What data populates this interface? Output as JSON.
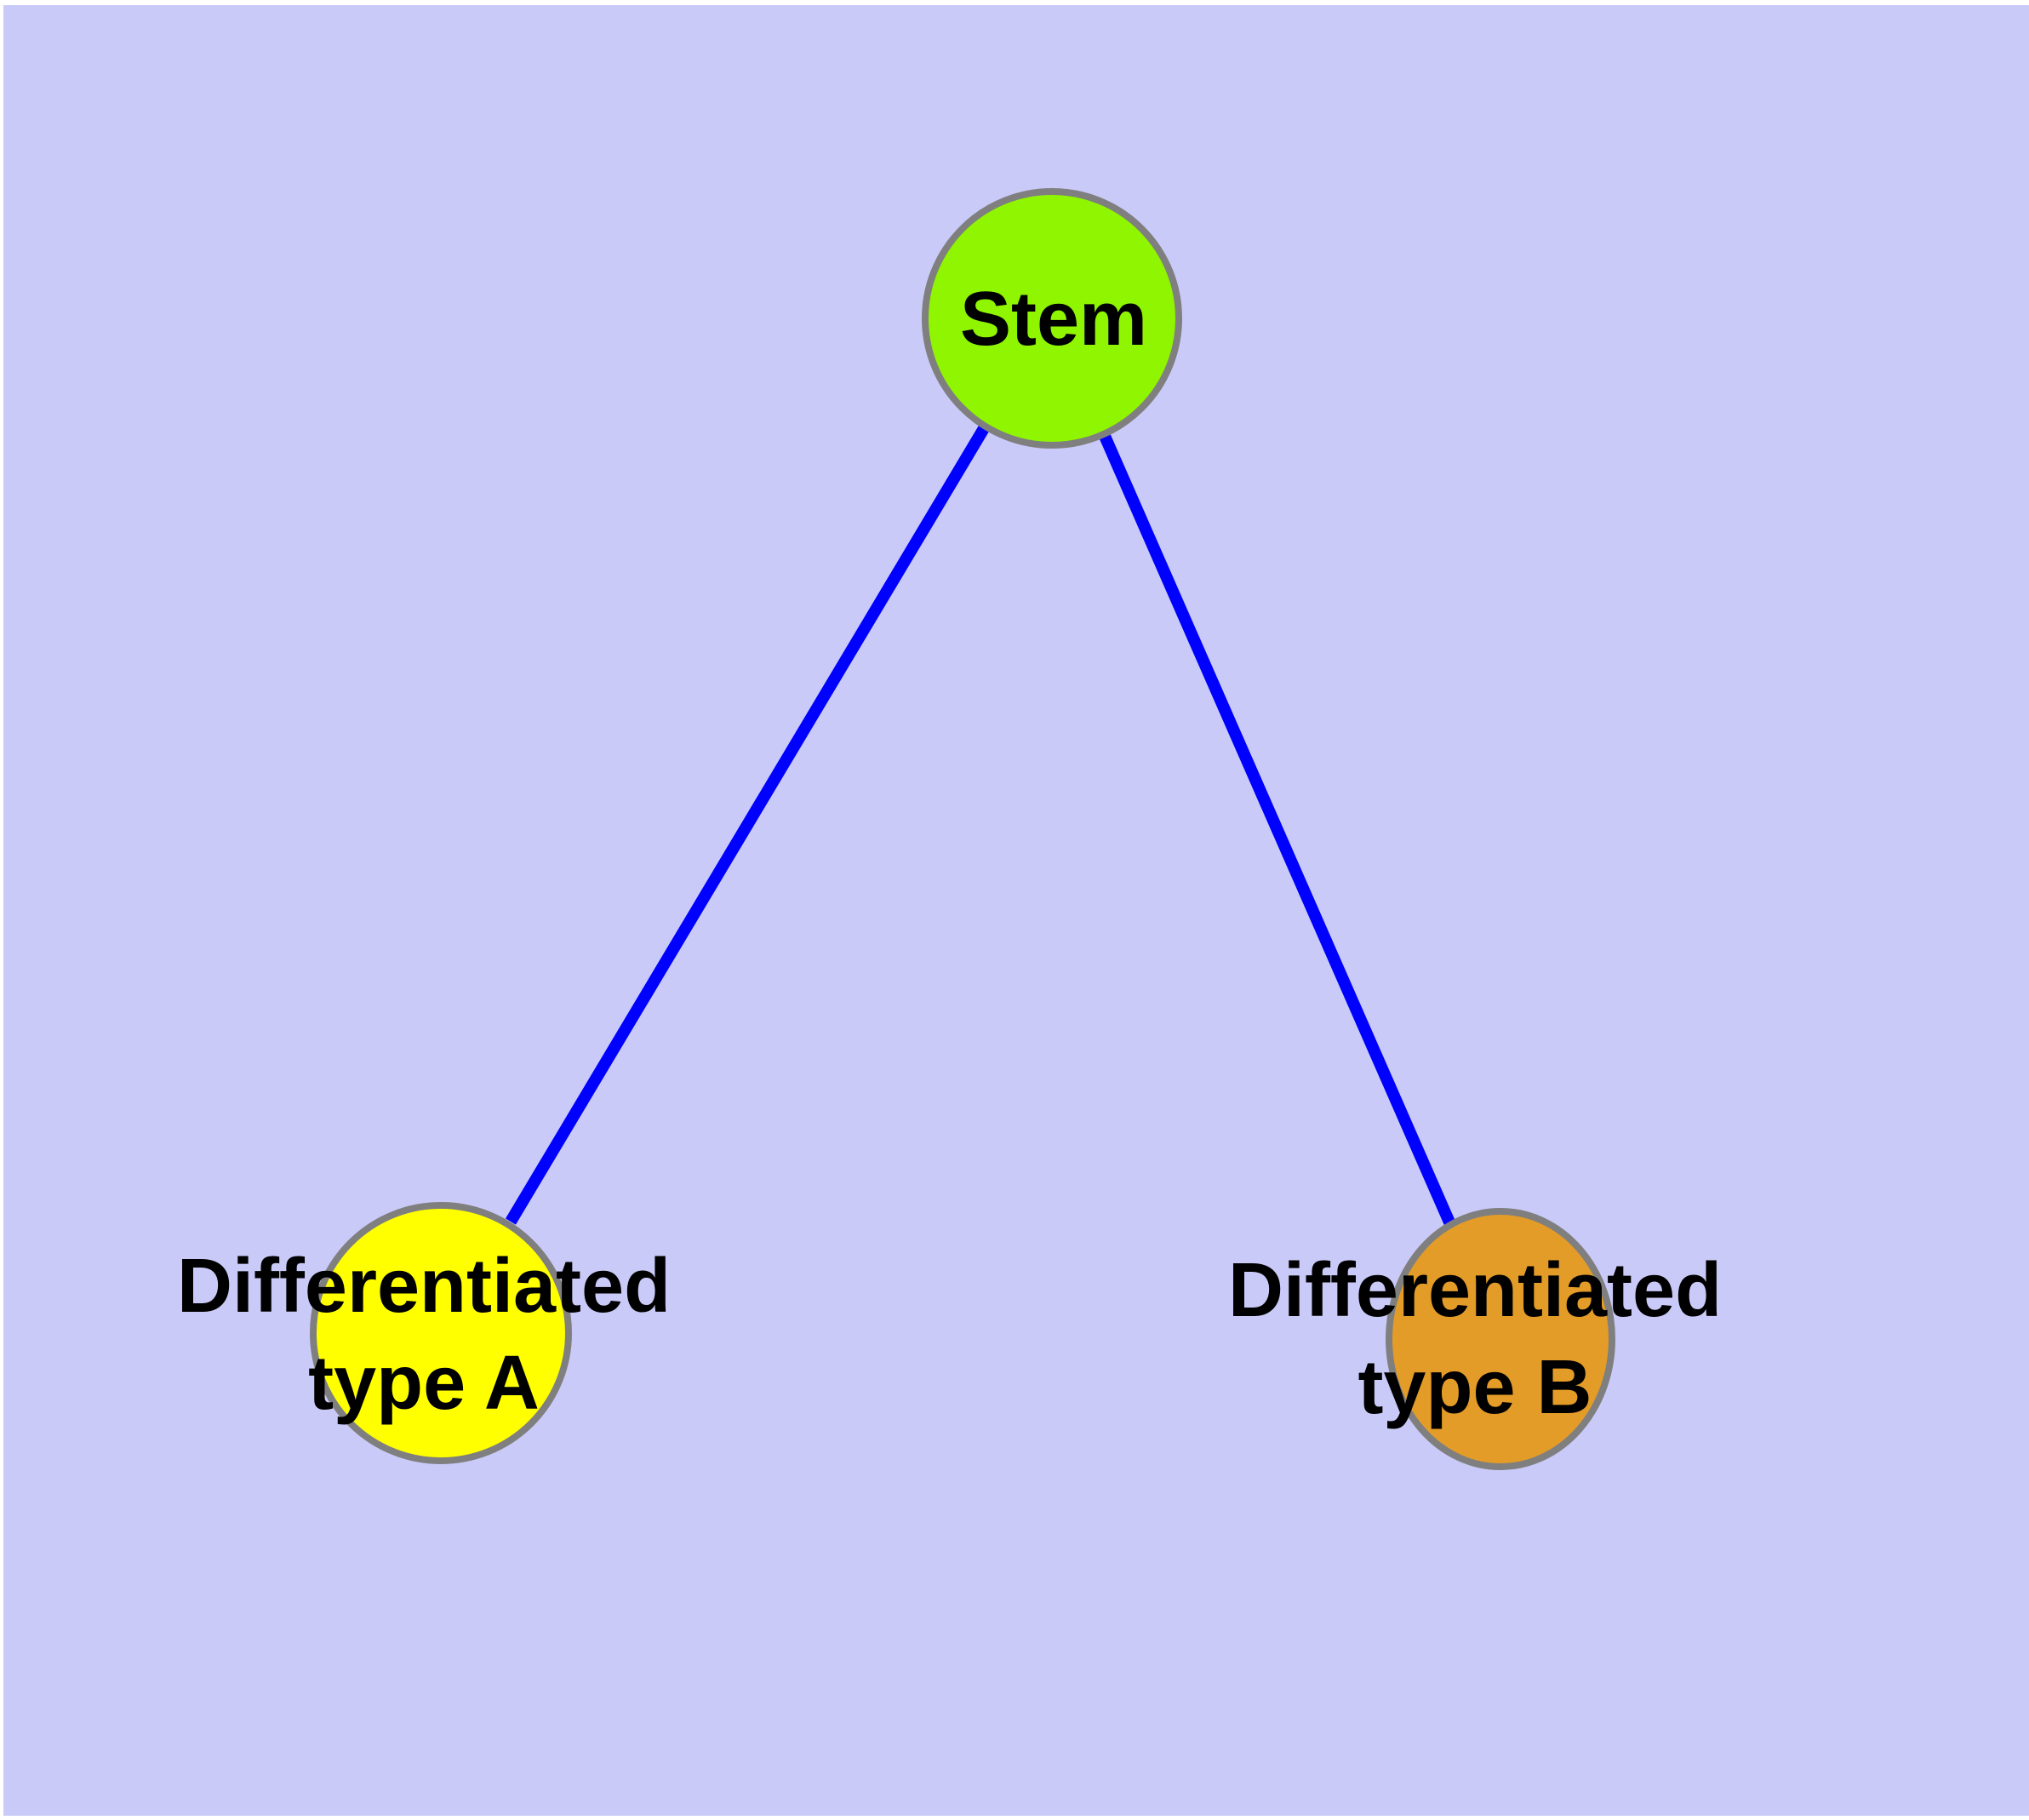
{
  "figure": {
    "background_color": "#CACAF8",
    "margin_color": "#FFFFFF",
    "edge_color": "#0000FF",
    "node_border_color": "#7F7F7F",
    "label_color": "#000000"
  },
  "graph": {
    "nodes": [
      {
        "id": "stem",
        "label_lines": [
          "Stem"
        ],
        "fill": "#8FF500",
        "shape": "circle"
      },
      {
        "id": "differentiated-type-a",
        "label_lines": [
          "Differentiated",
          "type A"
        ],
        "fill": "#FFFF00",
        "shape": "circle"
      },
      {
        "id": "differentiated-type-b",
        "label_lines": [
          "Differentiated",
          "type B"
        ],
        "fill": "#E39C27",
        "shape": "ellipse"
      }
    ],
    "edges": [
      {
        "from": "stem",
        "to": "differentiated-type-a"
      },
      {
        "from": "stem",
        "to": "differentiated-type-b"
      }
    ]
  }
}
